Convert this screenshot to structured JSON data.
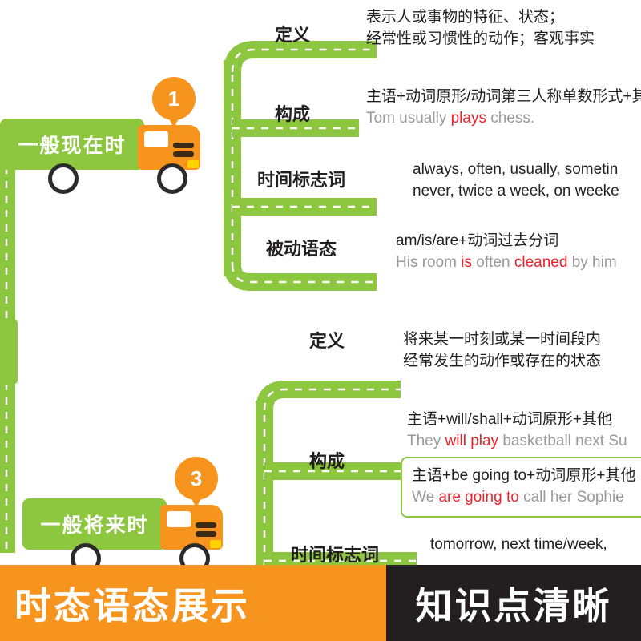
{
  "diagram": {
    "title_visible": false,
    "nodes": [
      {
        "index": "1",
        "label": "一般现在时",
        "branches": [
          {
            "name": "定义",
            "lines": [
              {
                "segments": [
                  {
                    "text": "表示人或事物的特征、状态；",
                    "color": "dark"
                  }
                ]
              },
              {
                "segments": [
                  {
                    "text": "经常性或习惯性的动作；客观事实",
                    "color": "dark"
                  }
                ]
              }
            ]
          },
          {
            "name": "构成",
            "lines": [
              {
                "segments": [
                  {
                    "text": "主语+动词原形/动词第三人称单数形式+其",
                    "color": "dark"
                  }
                ]
              },
              {
                "segments": [
                  {
                    "text": "Tom usually ",
                    "color": "gray"
                  },
                  {
                    "text": "plays",
                    "color": "red"
                  },
                  {
                    "text": " chess.",
                    "color": "gray"
                  }
                ]
              }
            ]
          },
          {
            "name": "时间标志词",
            "lines": [
              {
                "segments": [
                  {
                    "text": "always, often, usually, sometin",
                    "color": "dark"
                  }
                ]
              },
              {
                "segments": [
                  {
                    "text": "never, twice a week, on weeke",
                    "color": "dark"
                  }
                ]
              }
            ]
          },
          {
            "name": "被动语态",
            "lines": [
              {
                "segments": [
                  {
                    "text": "am/is/are+动词过去分词",
                    "color": "dark"
                  }
                ]
              },
              {
                "segments": [
                  {
                    "text": "His room ",
                    "color": "gray"
                  },
                  {
                    "text": "is",
                    "color": "red"
                  },
                  {
                    "text": " often ",
                    "color": "gray"
                  },
                  {
                    "text": "cleaned",
                    "color": "red"
                  },
                  {
                    "text": " by him",
                    "color": "gray"
                  }
                ]
              }
            ]
          }
        ]
      },
      {
        "index": "3",
        "label": "一般将来时",
        "branches": [
          {
            "name": "定义",
            "lines": [
              {
                "segments": [
                  {
                    "text": "将来某一时刻或某一时间段内",
                    "color": "dark"
                  }
                ]
              },
              {
                "segments": [
                  {
                    "text": "经常发生的动作或存在的状态",
                    "color": "dark"
                  }
                ]
              }
            ]
          },
          {
            "name": "构成",
            "lines": [
              {
                "segments": [
                  {
                    "text": "主语+will/shall+动词原形+其他",
                    "color": "dark"
                  }
                ]
              },
              {
                "segments": [
                  {
                    "text": "They ",
                    "color": "gray"
                  },
                  {
                    "text": "will play",
                    "color": "red"
                  },
                  {
                    "text": " basketball next Su",
                    "color": "gray"
                  }
                ]
              }
            ],
            "boxed": {
              "lines": [
                {
                  "segments": [
                    {
                      "text": "主语+be going to+动词原形+其他",
                      "color": "dark"
                    }
                  ]
                },
                {
                  "segments": [
                    {
                      "text": "We ",
                      "color": "gray"
                    },
                    {
                      "text": "are going to",
                      "color": "red"
                    },
                    {
                      "text": " call her Sophie",
                      "color": "gray"
                    }
                  ]
                }
              ]
            }
          },
          {
            "name": "时间标志词",
            "lines": [
              {
                "segments": [
                  {
                    "text": "tomorrow, next time/week,",
                    "color": "dark"
                  }
                ]
              }
            ]
          }
        ]
      }
    ]
  },
  "banner": {
    "left_text": "时态语态展示",
    "right_text": "知识点清晰",
    "left_bg": "#f7941e",
    "right_bg": "#231f20"
  },
  "colors": {
    "road_green": "#8dc63f",
    "road_dash": "#ffffff",
    "orange": "#f7941e",
    "red": "#e8242a",
    "gray": "#9a9a9a",
    "dark": "#231f20"
  }
}
